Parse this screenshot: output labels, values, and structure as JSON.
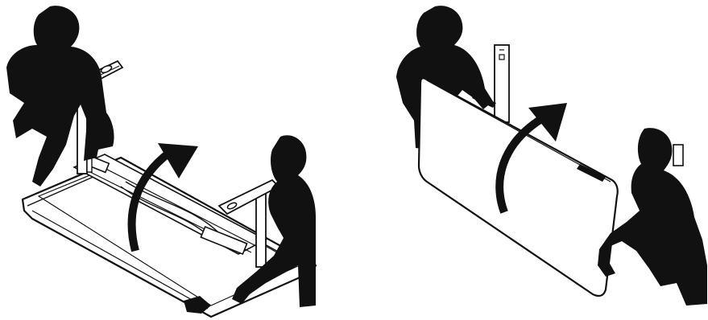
{
  "figure": {
    "panels": [
      {
        "id": "step-1",
        "description_key": "two-people-flip-desk-frame-on-back"
      },
      {
        "id": "step-2",
        "description_key": "two-people-raise-desk-upright"
      }
    ],
    "colors": {
      "silhouette": "#111111",
      "outline": "#111111",
      "surface": "#ffffff",
      "arrow": "#111111"
    },
    "icons": [
      "curved-arrow-icon"
    ]
  }
}
